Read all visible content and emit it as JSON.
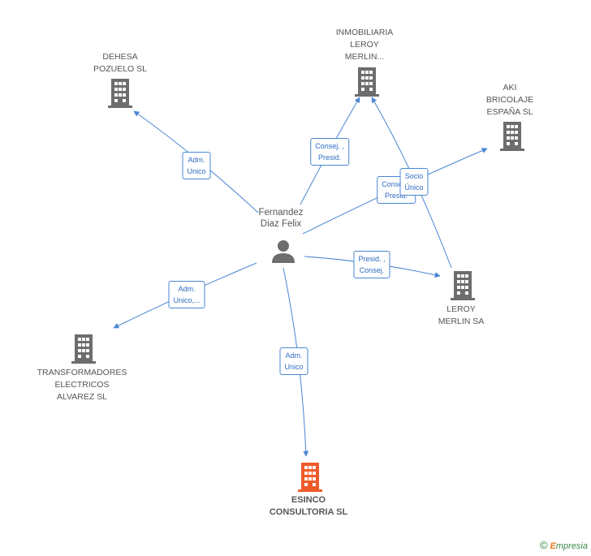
{
  "colors": {
    "edge": "#4a86d4",
    "building_gray": "#6d6d6d",
    "building_highlight": "#f05a2a",
    "person": "#6d6d6d"
  },
  "nodes": {
    "person": {
      "label": "Fernandez\nDiaz Felix",
      "icon": "person-icon"
    },
    "dehesa": {
      "label": "DEHESA\nPOZUELO  SL",
      "icon": "building-icon"
    },
    "inmobiliaria": {
      "label": "INMOBILIARIA\nLEROY\nMERLIN...",
      "icon": "building-icon"
    },
    "aki": {
      "label": "AKI\nBRICOLAJE\nESPAÑA SL",
      "icon": "building-icon"
    },
    "leroy": {
      "label": "LEROY\nMERLIN SA",
      "icon": "building-icon"
    },
    "transformadores": {
      "label": "TRANSFORMADORES\nELECTRICOS\nALVAREZ SL",
      "icon": "building-icon"
    },
    "esinco": {
      "label": "ESINCO\nCONSULTORIA SL",
      "icon": "building-icon"
    }
  },
  "edges": {
    "to_dehesa": "Adm.\nUnico",
    "to_inmobiliaria": "Consej. ,\nPresid.",
    "to_aki": "Consej. ,\nPresid.",
    "leroy_to_aki": "Socio\nÚnico",
    "to_leroy": "Presid. ,\nConsej.",
    "to_transformadores": "Adm.\nUnico,...",
    "to_esinco": "Adm.\nUnico"
  },
  "footer": {
    "copyright": "©",
    "brand_initial": "E",
    "brand_rest": "mpresia"
  }
}
